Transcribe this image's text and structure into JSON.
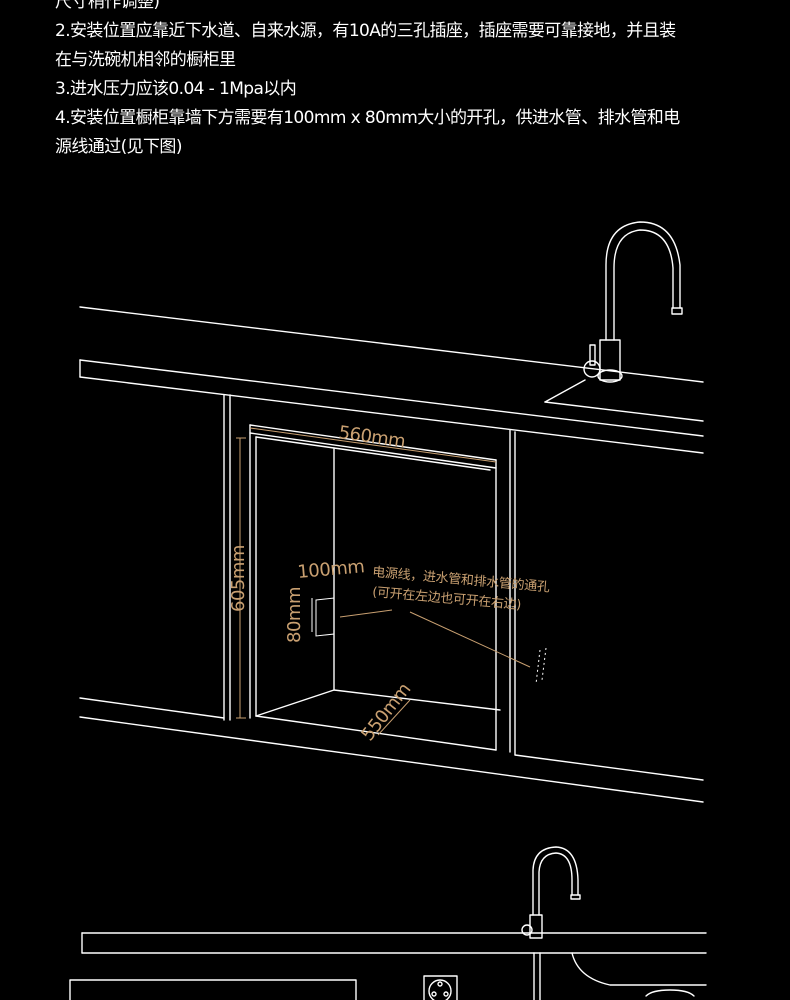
{
  "text": {
    "line0": "尺寸稍作调整)",
    "line1": "2.安装位置应靠近下水道、自来水源，有10A的三孔插座，插座需要可靠接地，并且装",
    "line2": "在与洗碗机相邻的橱柜里",
    "line3": "3.进水压力应该0.04 - 1Mpa以内",
    "line4": "4.安装位置橱柜靠墙下方需要有100mm x 80mm大小的开孔，供进水管、排水管和电",
    "line5": "源线通过(见下图)"
  },
  "diagram": {
    "dim_width": "560mm",
    "dim_height": "605mm",
    "dim_depth": "550mm",
    "dim_hole_w": "100mm",
    "dim_hole_h": "80mm",
    "note_line1": "电源线，进水管和排水管的通孔",
    "note_line2": "(可开在左边也可开在右边)"
  },
  "colors": {
    "background": "#000000",
    "line": "#ffffff",
    "dimension": "#c9a071"
  }
}
